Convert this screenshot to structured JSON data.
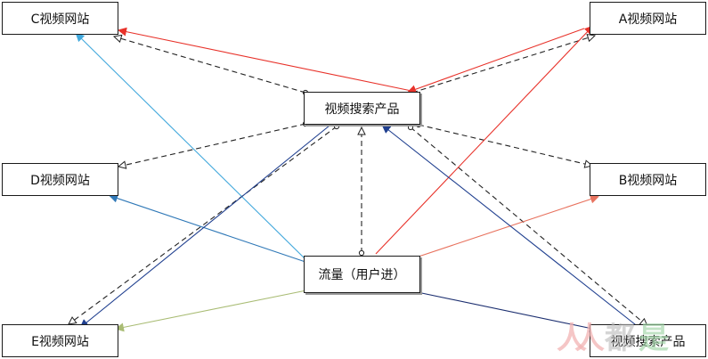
{
  "nodes": {
    "c_site": "C视频网站",
    "a_site": "A视频网站",
    "d_site": "D视频网站",
    "b_site": "B视频网站",
    "e_site": "E视频网站",
    "search_top": "视频搜索产品",
    "traffic": "流量（用户进）",
    "search_bottom": "视频搜索产品"
  },
  "watermark": {
    "glyph1": "人",
    "glyph2": "人",
    "glyph3": "都",
    "glyph4": "是"
  },
  "colors": {
    "red": "#e8322a",
    "light_red": "#e8735f",
    "cyan": "#41a8dc",
    "blue": "#2f78b7",
    "navy": "#1f3f8f",
    "olive": "#a9bc74",
    "dash": "#222222",
    "navy_dark": "#1c2f70"
  }
}
